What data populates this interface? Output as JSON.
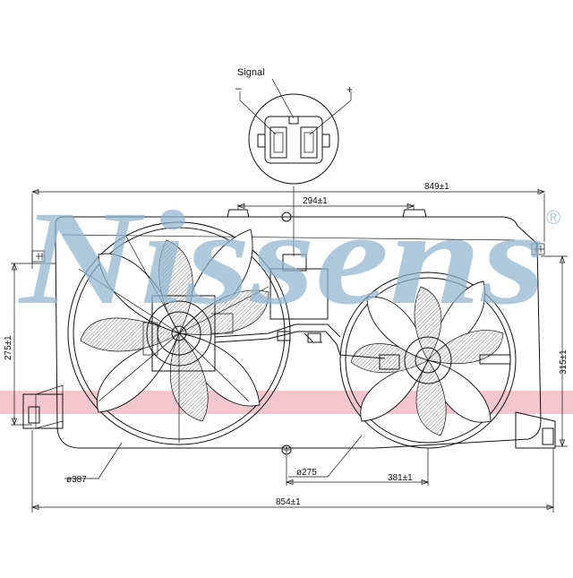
{
  "watermark": {
    "brand": "Nissens",
    "registered": "®",
    "brand_color": "#8fb3cf",
    "band_color": "#f0b8c4"
  },
  "connector": {
    "signal_label": "Signal",
    "minus_label": "–",
    "plus_label": "+"
  },
  "dimensions": {
    "total_width_top": "849±1",
    "mount_spacing": "294±1",
    "left_height": "275±1",
    "right_height": "315±1",
    "big_fan_diameter": "ø387",
    "small_fan_diameter": "ø275",
    "small_fan_offset": "381±1",
    "total_width_bottom": "854±1"
  }
}
